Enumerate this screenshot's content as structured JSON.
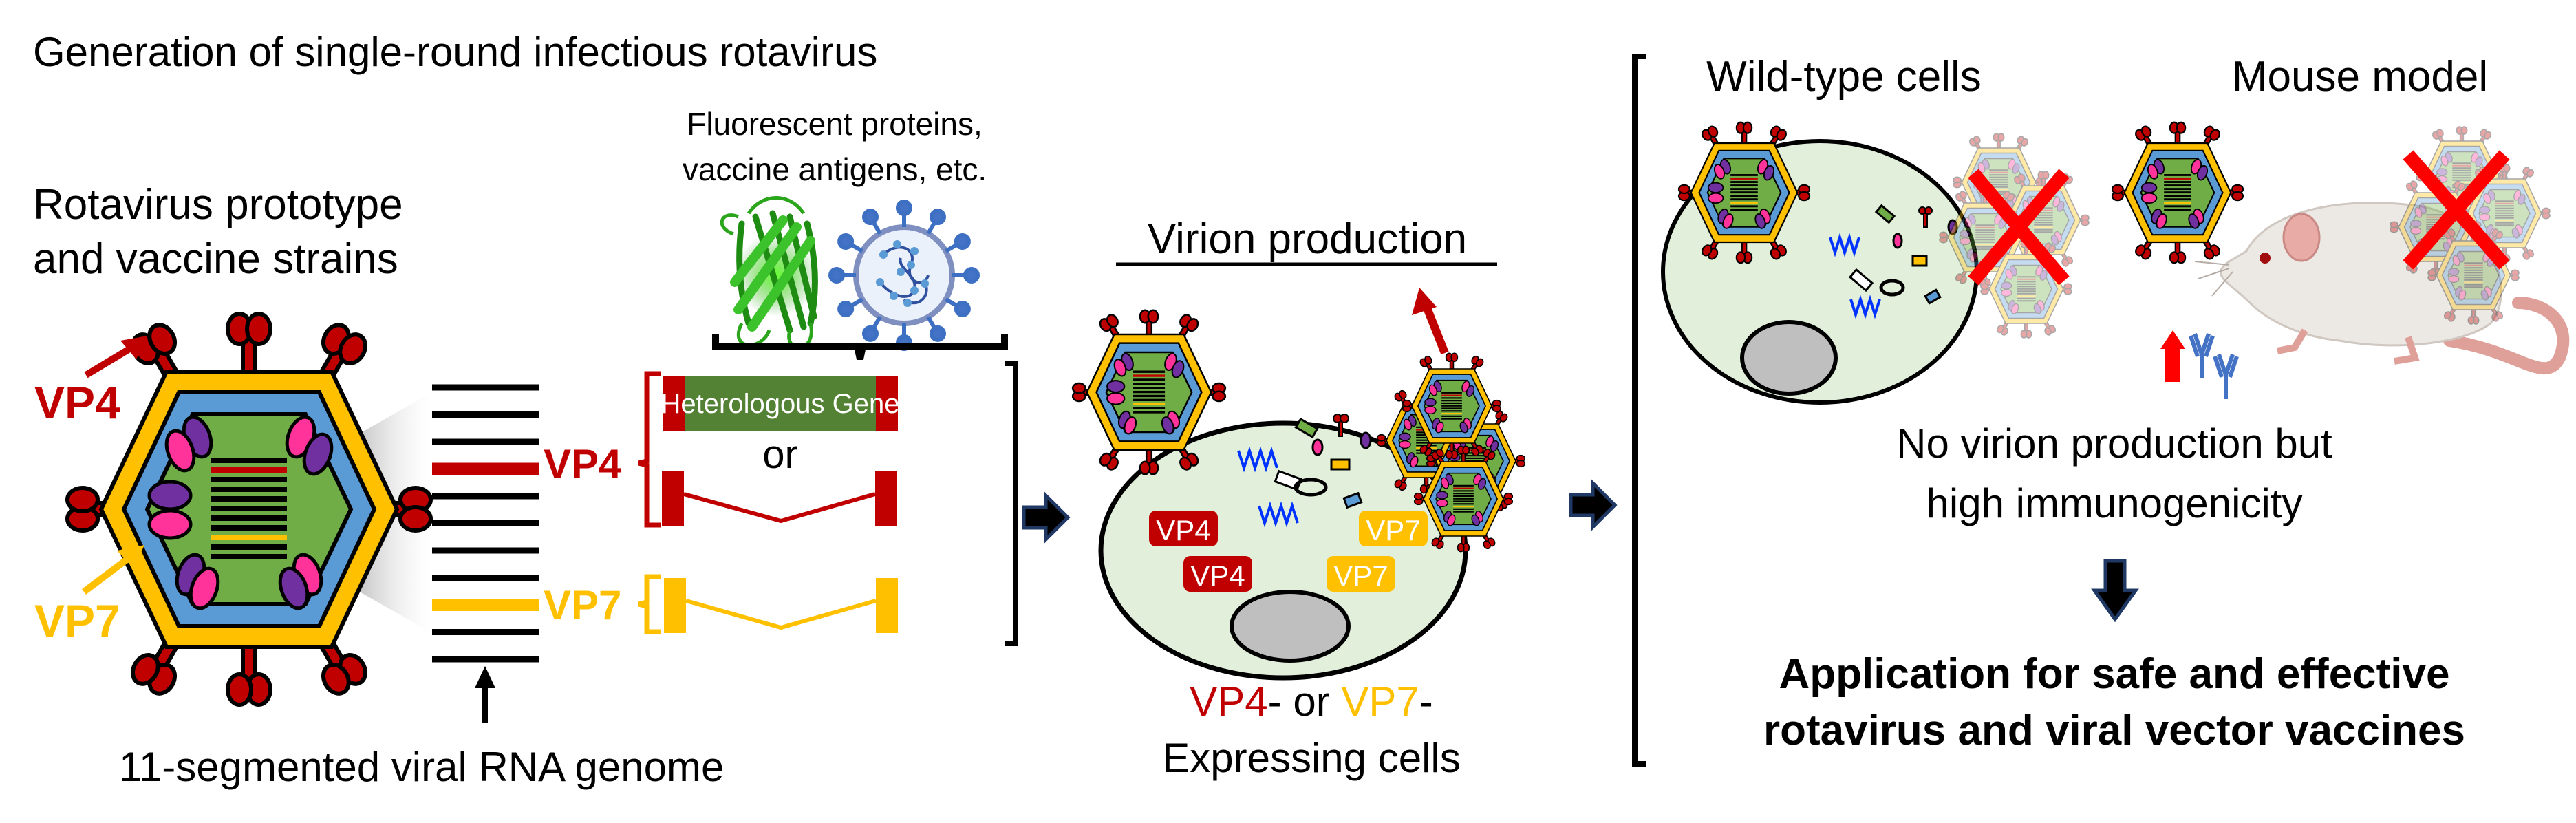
{
  "title": "Generation of single-round infectious rotavirus",
  "left_panel": {
    "heading_line1": "Rotavirus prototype",
    "heading_line2": "and vaccine strains",
    "vp4_label": "VP4",
    "vp7_label": "VP7",
    "genome_caption": "11-segmented viral RNA genome",
    "genome_segment_count": 11
  },
  "insert": {
    "caption_line1": "Fluorescent proteins,",
    "caption_line2": "vaccine antigens, etc.",
    "icons": [
      "fluorescent-protein-icon",
      "viral-antigen-icon"
    ]
  },
  "constructs": {
    "vp4_label": "VP4",
    "vp7_label": "VP7",
    "heterologous_gene_label": "Heterologous Gene",
    "or_label": "or"
  },
  "middle_panel": {
    "heading": "Virion production",
    "badges": [
      "VP4",
      "VP4",
      "VP7",
      "VP7"
    ],
    "caption_vp4": "VP4",
    "caption_dash1": "- or ",
    "caption_vp7": "VP7",
    "caption_dash2": "-",
    "caption_line2": "Expressing cells"
  },
  "right_panel": {
    "wildtype_heading": "Wild-type cells",
    "mouse_heading": "Mouse model",
    "result_line1": "No virion production but",
    "result_line2": "high immunogenicity",
    "conclusion_line1": "Application for safe and effective",
    "conclusion_line2": "rotavirus and viral vector vaccines"
  },
  "colors": {
    "vp4_red": "#c00000",
    "vp7_yellow": "#ffc000",
    "capsid_blue": "#5b9bd5",
    "core_green": "#70ad47",
    "gene_green": "#548235",
    "cell_fill": "#e2efda",
    "nucleus_gray": "#bfbfbf",
    "cross_red": "#ff0000",
    "arrow_navy": "#1f3864"
  }
}
